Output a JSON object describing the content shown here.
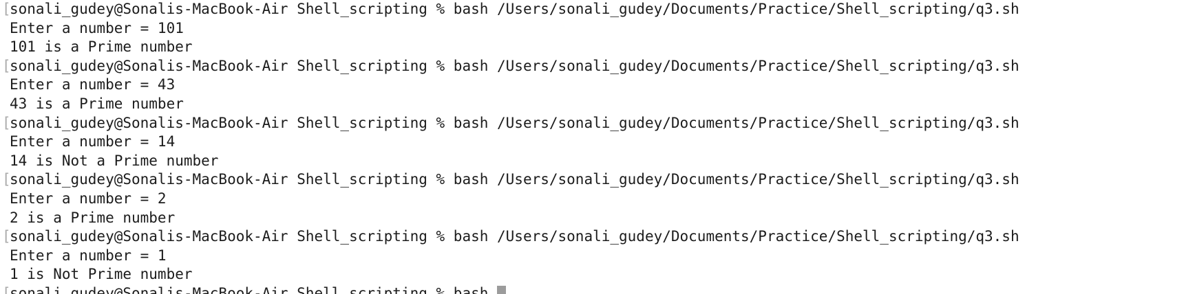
{
  "terminal": {
    "colors": {
      "background": "#ffffff",
      "text": "#1c1c1c",
      "prompt_bracket": "#ababab",
      "cursor": "#9c9c9c"
    },
    "cursor": {
      "visible": true,
      "style": "block"
    },
    "prompt": {
      "bracket": "[",
      "user_host": "sonali_gudey@Sonalis-MacBook-Air",
      "directory": "Shell_scripting",
      "symbol": "%"
    },
    "command": "bash /Users/sonali_gudey/Documents/Practice/Shell_scripting/q3.sh",
    "lines": [
      {
        "kind": "prompt",
        "segments": [
          {
            "name": "prompt-bracket",
            "text": "["
          },
          {
            "name": "prompt-text",
            "text": "sonali_gudey@Sonalis-MacBook-Air Shell_scripting % "
          },
          {
            "name": "command-text",
            "text": "bash /Users/sonali_gudey/Documents/Practice/Shell_scripting/q3.sh"
          }
        ]
      },
      {
        "kind": "output",
        "segments": [
          {
            "name": "output-text",
            "text": "Enter a number = 101"
          }
        ]
      },
      {
        "kind": "output",
        "segments": [
          {
            "name": "output-text",
            "text": "101 is a Prime number"
          }
        ]
      },
      {
        "kind": "prompt",
        "segments": [
          {
            "name": "prompt-bracket",
            "text": "["
          },
          {
            "name": "prompt-text",
            "text": "sonali_gudey@Sonalis-MacBook-Air Shell_scripting % "
          },
          {
            "name": "command-text",
            "text": "bash /Users/sonali_gudey/Documents/Practice/Shell_scripting/q3.sh"
          }
        ]
      },
      {
        "kind": "output",
        "segments": [
          {
            "name": "output-text",
            "text": "Enter a number = 43"
          }
        ]
      },
      {
        "kind": "output",
        "segments": [
          {
            "name": "output-text",
            "text": "43 is a Prime number"
          }
        ]
      },
      {
        "kind": "prompt",
        "segments": [
          {
            "name": "prompt-bracket",
            "text": "["
          },
          {
            "name": "prompt-text",
            "text": "sonali_gudey@Sonalis-MacBook-Air Shell_scripting % "
          },
          {
            "name": "command-text",
            "text": "bash /Users/sonali_gudey/Documents/Practice/Shell_scripting/q3.sh"
          }
        ]
      },
      {
        "kind": "output",
        "segments": [
          {
            "name": "output-text",
            "text": "Enter a number = 14"
          }
        ]
      },
      {
        "kind": "output",
        "segments": [
          {
            "name": "output-text",
            "text": "14 is Not a Prime number"
          }
        ]
      },
      {
        "kind": "prompt",
        "segments": [
          {
            "name": "prompt-bracket",
            "text": "["
          },
          {
            "name": "prompt-text",
            "text": "sonali_gudey@Sonalis-MacBook-Air Shell_scripting % "
          },
          {
            "name": "command-text",
            "text": "bash /Users/sonali_gudey/Documents/Practice/Shell_scripting/q3.sh"
          }
        ]
      },
      {
        "kind": "output",
        "segments": [
          {
            "name": "output-text",
            "text": "Enter a number = 2"
          }
        ]
      },
      {
        "kind": "output",
        "segments": [
          {
            "name": "output-text",
            "text": "2 is a Prime number"
          }
        ]
      },
      {
        "kind": "prompt",
        "segments": [
          {
            "name": "prompt-bracket",
            "text": "["
          },
          {
            "name": "prompt-text",
            "text": "sonali_gudey@Sonalis-MacBook-Air Shell_scripting % "
          },
          {
            "name": "command-text",
            "text": "bash /Users/sonali_gudey/Documents/Practice/Shell_scripting/q3.sh"
          }
        ]
      },
      {
        "kind": "output",
        "segments": [
          {
            "name": "output-text",
            "text": "Enter a number = 1"
          }
        ]
      },
      {
        "kind": "output",
        "segments": [
          {
            "name": "output-text",
            "text": "1 is Not Prime number"
          }
        ]
      },
      {
        "kind": "prompt",
        "clipped": true,
        "has_cursor": true,
        "segments": [
          {
            "name": "prompt-bracket",
            "text": "["
          },
          {
            "name": "prompt-text",
            "text": "sonali_gudey@Sonalis-MacBook-Air Shell_scripting % "
          },
          {
            "name": "command-text",
            "text": "bash "
          }
        ]
      }
    ]
  }
}
